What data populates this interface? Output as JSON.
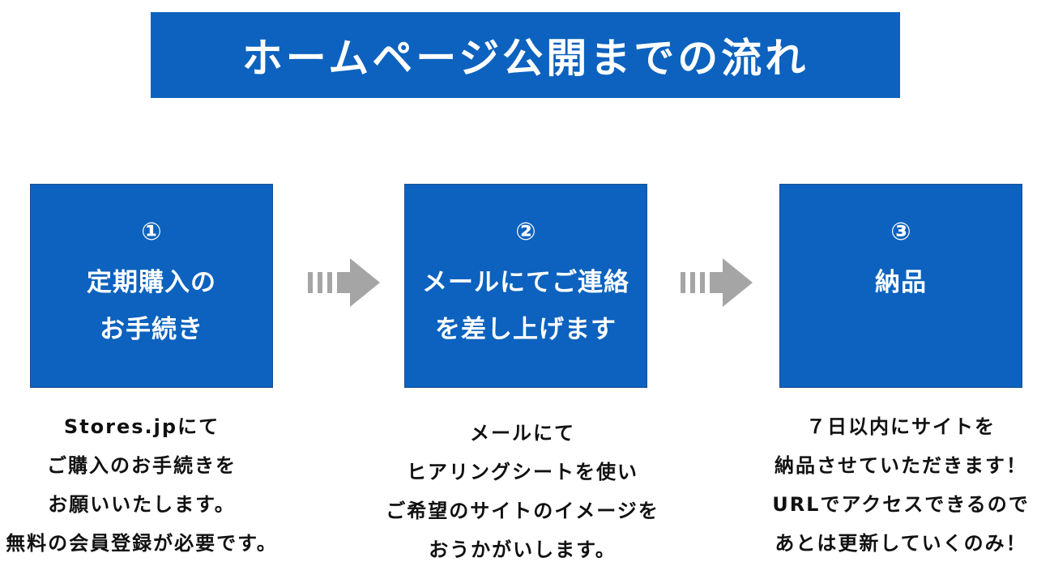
{
  "title": "ホームページ公開までの流れ",
  "colors": {
    "primary_blue": "#0c62be",
    "arrow_gray": "#a5a5a5",
    "text_dark": "#111111",
    "white": "#ffffff"
  },
  "steps": [
    {
      "number": "①",
      "heading_lines": [
        "定期購入の",
        "お手続き"
      ],
      "description_lines": [
        "Stores.jpにて",
        "ご購入のお手続きを",
        "お願いいたします。",
        "無料の会員登録が必要です。"
      ]
    },
    {
      "number": "②",
      "heading_lines": [
        "メールにてご連絡",
        "を差し上げます"
      ],
      "description_lines": [
        "メールにて",
        "ヒアリングシートを使い",
        "ご希望のサイトのイメージを",
        "おうかがいします。"
      ]
    },
    {
      "number": "③",
      "heading_lines": [
        "納品"
      ],
      "description_lines": [
        "７日以内にサイトを",
        "納品させていただきます！",
        "URLでアクセスできるので",
        "あとは更新していくのみ！"
      ]
    }
  ],
  "connectors": [
    {
      "icon": "arrow-right-icon"
    },
    {
      "icon": "arrow-right-icon"
    }
  ]
}
